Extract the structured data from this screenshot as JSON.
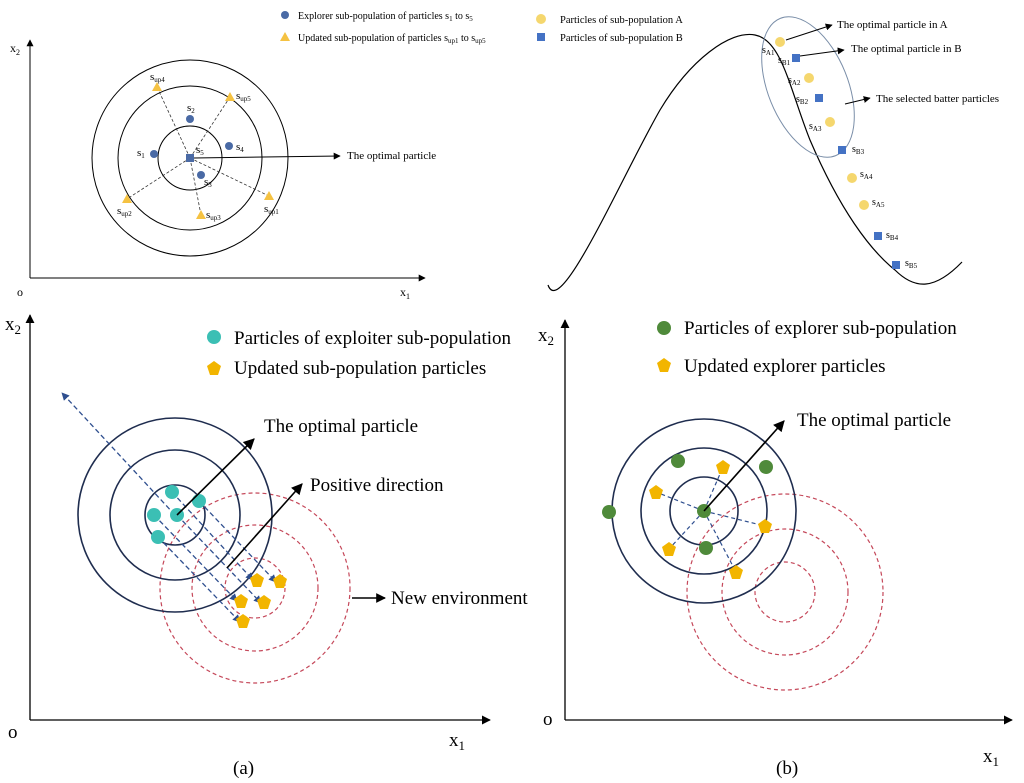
{
  "colors": {
    "blue_dot": "#4a6aa5",
    "yellow": "#f5c242",
    "square_blue": "#4472c4",
    "navy": "#1f2d4f",
    "dashed_red": "#c5485a",
    "teal": "#3bbfb4",
    "green": "#4f8a3a",
    "gold": "#f2b500"
  },
  "top_left": {
    "legend": [
      {
        "pre": "Explorer sub-population of particles s",
        "a": "1",
        "mid": " to s",
        "b": "5"
      },
      {
        "pre": "Updated sub-population of particles s",
        "a": "up1",
        "mid": " to s",
        "b": "up5"
      }
    ],
    "axis_y": {
      "t": "x",
      "s": "2"
    },
    "axis_x": {
      "t": "x",
      "s": "1"
    },
    "origin": "o",
    "labels": [
      {
        "t": "s",
        "s": "1"
      },
      {
        "t": "s",
        "s": "2"
      },
      {
        "t": "s",
        "s": "3"
      },
      {
        "t": "s",
        "s": "4"
      },
      {
        "t": "s",
        "s": "5"
      },
      {
        "t": "s",
        "s": "up1"
      },
      {
        "t": "s",
        "s": "up2"
      },
      {
        "t": "s",
        "s": "up3"
      },
      {
        "t": "s",
        "s": "up4"
      },
      {
        "t": "s",
        "s": "up5"
      }
    ],
    "optimal": "The optimal particle"
  },
  "top_right": {
    "legend": [
      "Particles of  sub-population A",
      "Particles of  sub-population B"
    ],
    "callouts": [
      "The optimal particle in A",
      "The optimal particle in B",
      "The selected batter particles"
    ],
    "labels": [
      {
        "t": "s",
        "s": "A1"
      },
      {
        "t": "s",
        "s": "B1"
      },
      {
        "t": "s",
        "s": "A2"
      },
      {
        "t": "s",
        "s": "B2"
      },
      {
        "t": "s",
        "s": "A3"
      },
      {
        "t": "s",
        "s": "B3"
      },
      {
        "t": "s",
        "s": "A4"
      },
      {
        "t": "s",
        "s": "A5"
      },
      {
        "t": "s",
        "s": "B4"
      },
      {
        "t": "s",
        "s": "B5"
      }
    ]
  },
  "panel_a": {
    "legend": [
      "Particles of exploiter sub-population",
      "Updated sub-population particles"
    ],
    "labels": [
      "The optimal particle",
      "Positive direction",
      "New environment"
    ],
    "axis_y": {
      "t": "x",
      "s": "2"
    },
    "axis_x": {
      "t": "x",
      "s": "1"
    },
    "origin": "o",
    "caption": "(a)"
  },
  "panel_b": {
    "legend": [
      "Particles of explorer sub-population",
      "Updated explorer particles"
    ],
    "labels": [
      "The optimal particle"
    ],
    "axis_y": {
      "t": "x",
      "s": "2"
    },
    "axis_x": {
      "t": "x",
      "s": "1"
    },
    "origin": "o",
    "caption": "(b)"
  }
}
